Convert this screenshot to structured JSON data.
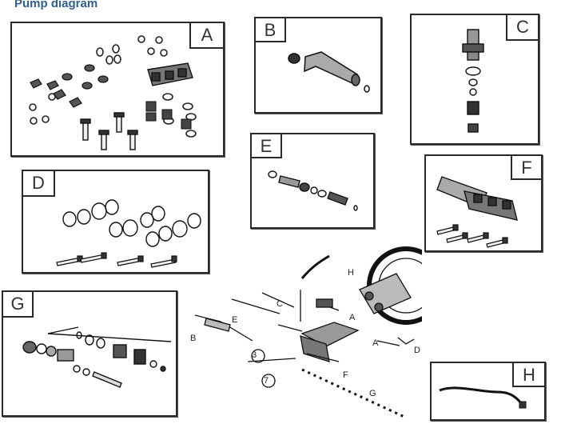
{
  "page": {
    "title": "Pump diagram"
  },
  "panels": [
    {
      "id": "A",
      "label": "A"
    },
    {
      "id": "B",
      "label": "B"
    },
    {
      "id": "C",
      "label": "C"
    },
    {
      "id": "D",
      "label": "D"
    },
    {
      "id": "E",
      "label": "E"
    },
    {
      "id": "F",
      "label": "F"
    },
    {
      "id": "G",
      "label": "G"
    },
    {
      "id": "H",
      "label": "H"
    }
  ],
  "assembly": {
    "callouts": {
      "A1": "A",
      "A2": "A",
      "B": "B",
      "C": "C",
      "D": "D",
      "E": "E",
      "F": "F",
      "G": "G",
      "H": "H",
      "n3": "3",
      "n7": "7"
    }
  }
}
